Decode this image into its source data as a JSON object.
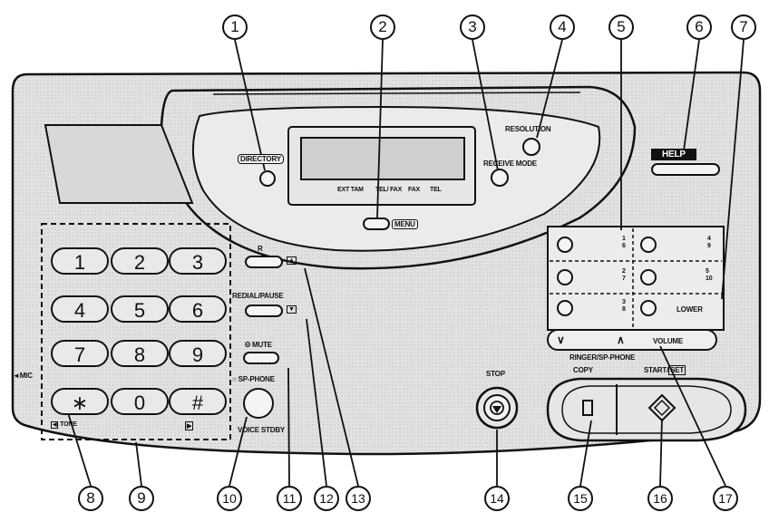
{
  "panel": {
    "buttons": {
      "directory": "DIRECTORY",
      "resolution": "RESOLUTION",
      "receive_mode": "RECEIVE MODE",
      "help": "HELP",
      "menu": "MENU",
      "r": "R",
      "redial_pause": "REDIAL/PAUSE",
      "mute": "Θ MUTE",
      "sp_phone": "○ SP-PHONE",
      "voice_stby": "VOICE STDBY",
      "stop": "STOP",
      "copy": "COPY",
      "start_set": "START/",
      "set": "SET",
      "lower": "LOWER",
      "ringer_sp_phone": "RINGER/SP-PHONE",
      "volume": "VOLUME",
      "mic": "◄MIC",
      "tone": "TONE"
    },
    "display_modes": [
      "EXT TAM",
      "TEL/ FAX",
      "FAX",
      "TEL"
    ],
    "keypad": [
      "1",
      "2",
      "3",
      "4",
      "5",
      "6",
      "7",
      "8",
      "9",
      "∗",
      "0",
      "#"
    ],
    "one_touch": [
      {
        "top": "1",
        "bottom": "6"
      },
      {
        "top": "2",
        "bottom": "7"
      },
      {
        "top": "3",
        "bottom": "8"
      },
      {
        "top": "4",
        "bottom": "9"
      },
      {
        "top": "5",
        "bottom": "10"
      }
    ]
  },
  "callouts": [
    "1",
    "2",
    "3",
    "4",
    "5",
    "6",
    "7",
    "8",
    "9",
    "10",
    "11",
    "12",
    "13",
    "14",
    "15",
    "16",
    "17"
  ]
}
